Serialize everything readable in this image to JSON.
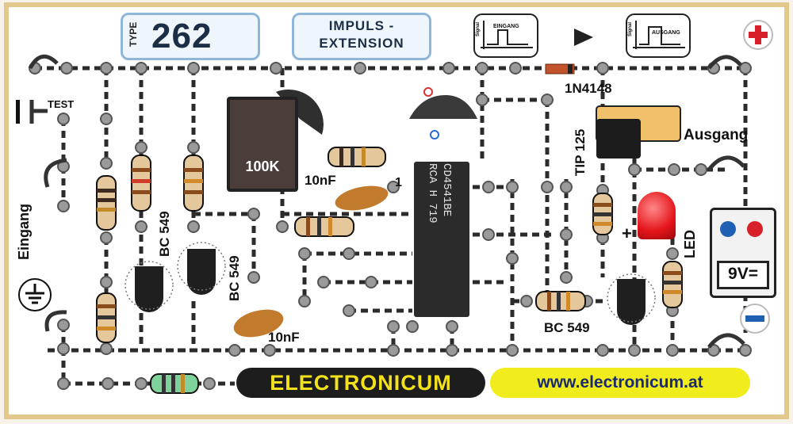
{
  "board": {
    "type_label": "TYPE",
    "type_number": "262",
    "title_line1": "IMPULS -",
    "title_line2": "EXTENSION",
    "brand": "ELECTRONICUM",
    "url": "www.electronicum.at"
  },
  "labels": {
    "test": "TEST",
    "eingang": "Eingang",
    "ausgang": "Ausgang",
    "diode": "1N4148",
    "transistor_power": "TIP 125",
    "transistor_1": "BC 549",
    "transistor_2": "BC 549",
    "transistor_3": "BC 549",
    "cap_1": "10nF",
    "cap_2": "10nF",
    "pin_one": "1",
    "pot_value": "100K",
    "led": "LED",
    "battery": "9V=",
    "plus": "+",
    "signal_in_label": "EINGANG",
    "signal_out_label": "AUSGANG",
    "signal_axis": "Signal"
  },
  "chip": {
    "line1": "CD4541BE",
    "line2": "RCA H 719"
  },
  "colors": {
    "board_bg": "#ffffff",
    "board_edge": "#e2c88a",
    "trace": "#2b2b2b",
    "brand_bg": "#1d1d1d",
    "brand_text": "#f3e21b",
    "url_bg": "#f1ec1c",
    "url_text": "#1b2a6d",
    "plus_red": "#d8202a",
    "minus_blue": "#1f5fb4",
    "led_red": "#e4141a",
    "box_border": "#8fb6d9"
  }
}
